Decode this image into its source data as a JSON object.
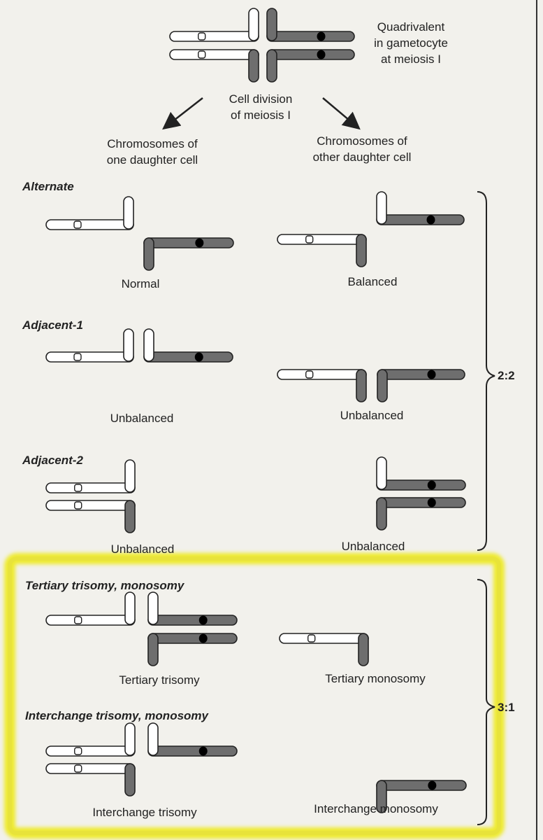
{
  "colors": {
    "background": "#f2f1ec",
    "light_chromosome": "#ffffff",
    "dark_chromosome": "#6e6e6e",
    "centromere_dark": "#000000",
    "highlight": "#eeea2e"
  },
  "top": {
    "quadrivalent_label": [
      "Quadrivalent",
      "in gametocyte",
      "at meiosis I"
    ],
    "division_label": [
      "Cell division",
      "of meiosis I"
    ],
    "left_cell_label": [
      "Chromosomes of",
      "one daughter cell"
    ],
    "right_cell_label": [
      "Chromosomes of",
      "other daughter cell"
    ]
  },
  "sections": {
    "alternate": {
      "title": "Alternate",
      "left_caption": "Normal",
      "right_caption": "Balanced"
    },
    "adjacent1": {
      "title": "Adjacent-1",
      "left_caption": "Unbalanced",
      "right_caption": "Unbalanced"
    },
    "adjacent2": {
      "title": "Adjacent-2",
      "left_caption": "Unbalanced",
      "right_caption": "Unbalanced"
    },
    "tertiary": {
      "title": "Tertiary trisomy, monosomy",
      "left_caption": "Tertiary trisomy",
      "right_caption": "Tertiary monosomy"
    },
    "interchange": {
      "title": "Interchange trisomy, monosomy",
      "left_caption": "Interchange trisomy",
      "right_caption": "Interchange monosomy"
    }
  },
  "ratios": {
    "two_two": "2:2",
    "three_one": "3:1"
  }
}
